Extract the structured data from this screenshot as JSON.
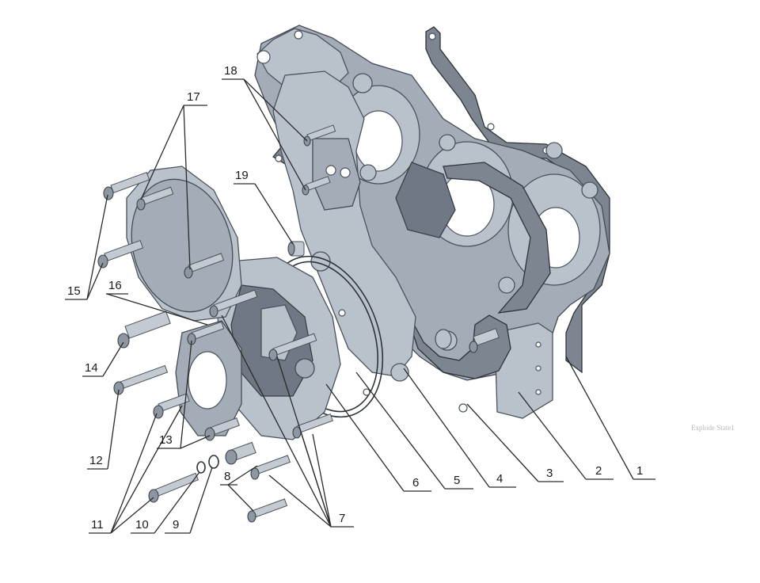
{
  "watermark": "Explode State1",
  "callouts": [
    {
      "id": "c1",
      "label": "1"
    },
    {
      "id": "c2",
      "label": "2"
    },
    {
      "id": "c3",
      "label": "3"
    },
    {
      "id": "c4",
      "label": "4"
    },
    {
      "id": "c5",
      "label": "5"
    },
    {
      "id": "c6",
      "label": "6"
    },
    {
      "id": "c7",
      "label": "7"
    },
    {
      "id": "c8",
      "label": "8"
    },
    {
      "id": "c9",
      "label": "9"
    },
    {
      "id": "c10",
      "label": "10"
    },
    {
      "id": "c11",
      "label": "11"
    },
    {
      "id": "c12",
      "label": "12"
    },
    {
      "id": "c13",
      "label": "13"
    },
    {
      "id": "c14",
      "label": "14"
    },
    {
      "id": "c15",
      "label": "15"
    },
    {
      "id": "c16",
      "label": "16"
    },
    {
      "id": "c17",
      "label": "17"
    },
    {
      "id": "c18",
      "label": "18"
    },
    {
      "id": "c19",
      "label": "19"
    }
  ]
}
